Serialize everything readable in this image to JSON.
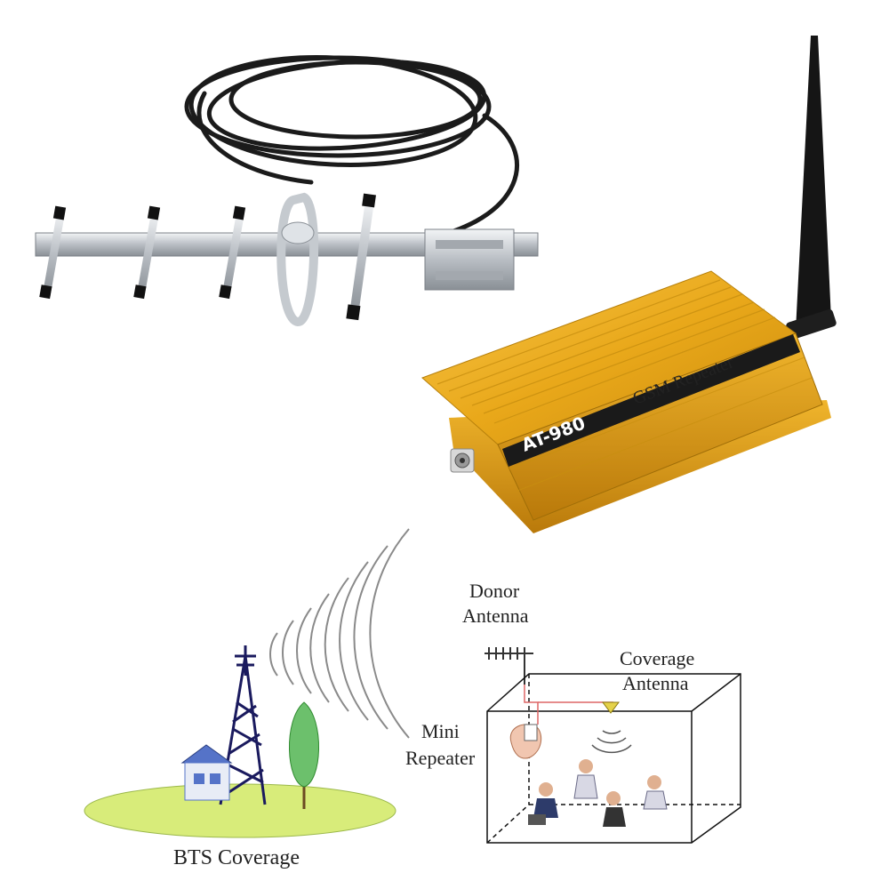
{
  "product": {
    "model_label": "AT-980",
    "banner_label": "GSM Repeater"
  },
  "diagram": {
    "donor_line1": "Donor",
    "donor_line2": "Antenna",
    "coverage_line1": "Coverage",
    "coverage_line2": "Antenna",
    "mini_line1": "Mini",
    "mini_line2": "Repeater",
    "bts_label": "BTS Coverage"
  },
  "colors": {
    "gold": "#e9a81a",
    "ground": "#d8ec7a",
    "tree": "#6cc06c",
    "tower": "#1a1a5e"
  }
}
